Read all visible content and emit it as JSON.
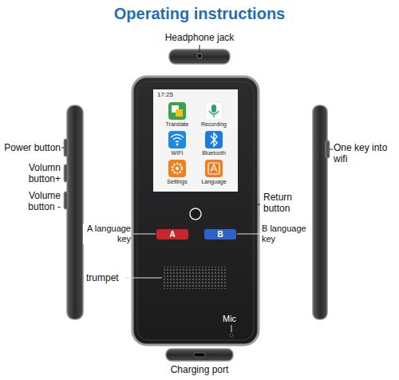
{
  "diagram": {
    "title": "Operating instructions",
    "labels": [
      "Headphone jack",
      "Power button",
      "Volumn button+",
      "Volume button -",
      "17:25",
      "Translate",
      "Recording",
      "WIFI",
      "Bluetooth",
      "Settings",
      "Language",
      "One key into wifi",
      "Return button",
      "A language key",
      "A",
      "B",
      "B language key",
      "trumpet",
      "Mic",
      "Charging port"
    ]
  }
}
